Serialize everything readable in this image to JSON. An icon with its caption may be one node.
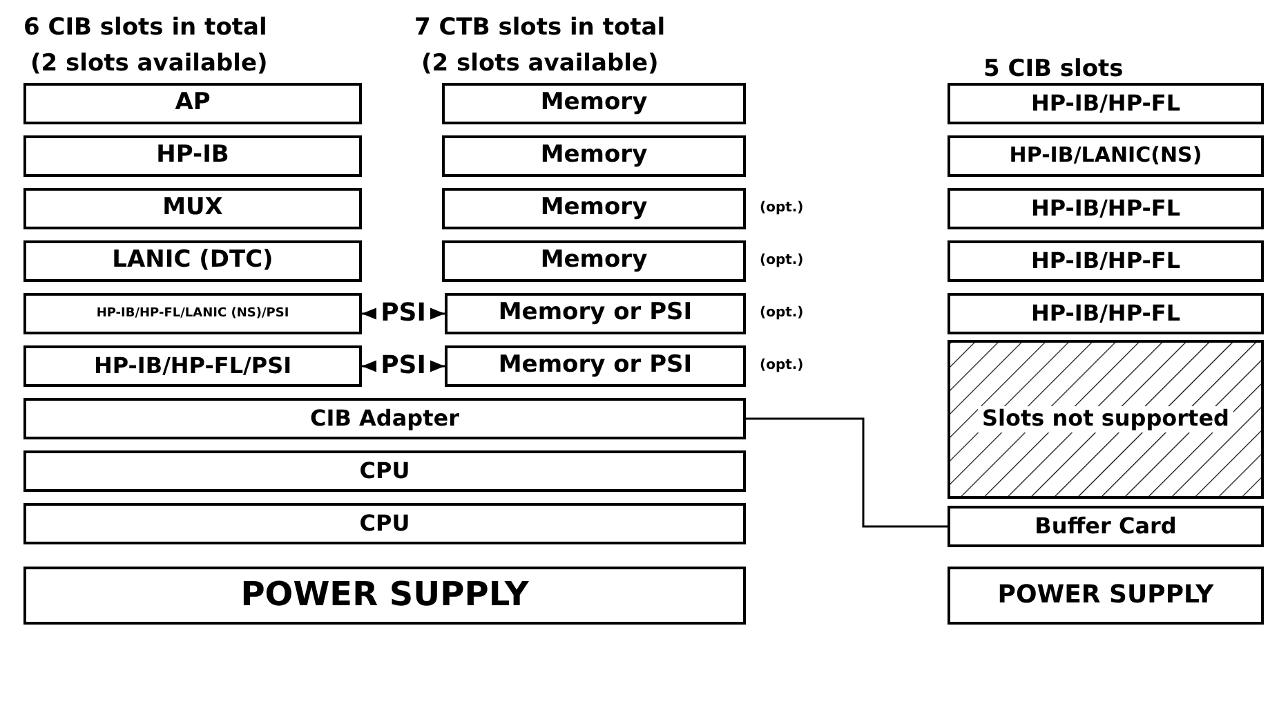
{
  "diagram": {
    "nodes": [
      {
        "text": [
          "AP"
        ]
      },
      {
        "text": [
          "HP-IB"
        ]
      },
      {
        "text": [
          "MUX"
        ]
      },
      {
        "text": [
          "LANIC (DTC)"
        ]
      },
      {
        "text": [
          "HP-IB/HP-FL/LANIC (NS)/PSI"
        ]
      },
      {
        "text": [
          "HP-IB/HP-FL/PSI"
        ]
      },
      {
        "text": [
          "CIB Adapter"
        ]
      },
      {
        "text": [
          "CPU"
        ]
      },
      {
        "text": [
          "CPU"
        ]
      },
      {
        "text": [
          "POWER SUPPLY"
        ]
      },
      {
        "text": [
          "Memory"
        ]
      },
      {
        "text": [
          "Memory"
        ]
      },
      {
        "text": [
          "Memory"
        ],
        "beside": [
          "(opt.)"
        ]
      },
      {
        "text": [
          "Memory"
        ],
        "beside": [
          "(opt.)"
        ]
      },
      {
        "text": [
          "PSI"
        ]
      },
      {
        "text": [
          "Memory or PSI"
        ],
        "beside": [
          "(opt.)"
        ]
      },
      {
        "text": [
          "PSI"
        ]
      },
      {
        "text": [
          "Memory or PSI"
        ],
        "beside": [
          "(opt.)"
        ]
      },
      {
        "text": [
          "HP-IB/HP-FL"
        ]
      },
      {
        "text": [
          "HP-IB/LANIC(NS)"
        ]
      },
      {
        "text": [
          "HP-IB/HP-FL"
        ]
      },
      {
        "text": [
          "HP-IB/HP-FL"
        ]
      },
      {
        "text": [
          "HP-IB/HP-FL"
        ]
      },
      {
        "text": [
          "Slots not supported"
        ]
      },
      {
        "text": [
          "Buffer Card"
        ]
      },
      {
        "text": [
          "POWER SUPPLY"
        ]
      }
    ],
    "edges": [
      {
        "from": 14,
        "to": 4,
        "arrow": "to"
      },
      {
        "from": 14,
        "to": 15,
        "arrow": "to"
      },
      {
        "from": 16,
        "to": 5,
        "arrow": "to"
      },
      {
        "from": 16,
        "to": 17,
        "arrow": "to"
      },
      {
        "from": 6,
        "to": 24,
        "arrow": "none"
      }
    ],
    "labels": [
      "6 CIB slots in total",
      "7 CTB slots in total",
      "(2 slots available)",
      "(2 slots available)",
      "5 CIB slots"
    ]
  }
}
